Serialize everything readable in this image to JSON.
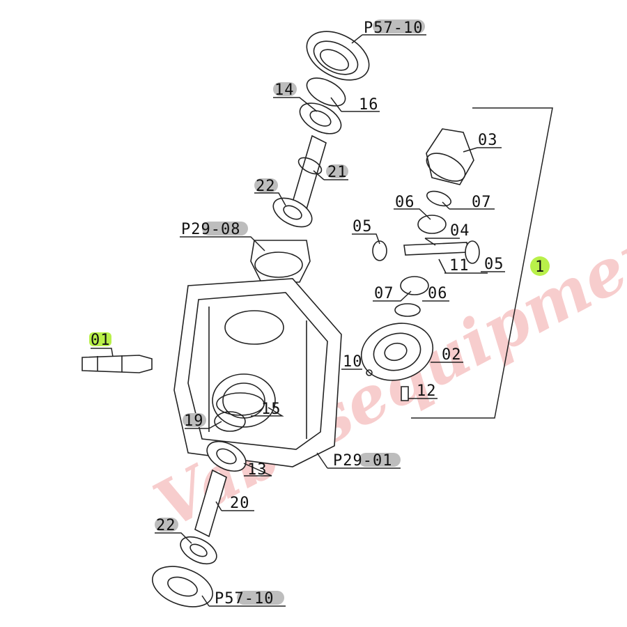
{
  "labels": {
    "p57_10_top": "P57-10",
    "l14": "14",
    "l16": "16",
    "l21": "21",
    "l22_top": "22",
    "p29_08": "P29-08",
    "l03": "03",
    "l06_top": "06",
    "l07_top": "07",
    "l05_left": "05",
    "l04": "04",
    "l11": "11",
    "l05_right": "05",
    "l07_bot": "07",
    "l06_bot": "06",
    "l02": "02",
    "l10": "10",
    "l12": "12",
    "l01": "01",
    "l15": "15",
    "l19": "19",
    "l13": "13",
    "p29_01": "P29-01",
    "l20": "20",
    "l22_bot": "22",
    "p57_10_bot": "P57-10",
    "assembly_1": "1"
  },
  "watermark": {
    "text": "Vabusequipment",
    "color": "#f2a6a6"
  },
  "colors": {
    "highlight_grey": "#bdbdbd",
    "highlight_green": "#b9f04a",
    "line": "#222222"
  }
}
